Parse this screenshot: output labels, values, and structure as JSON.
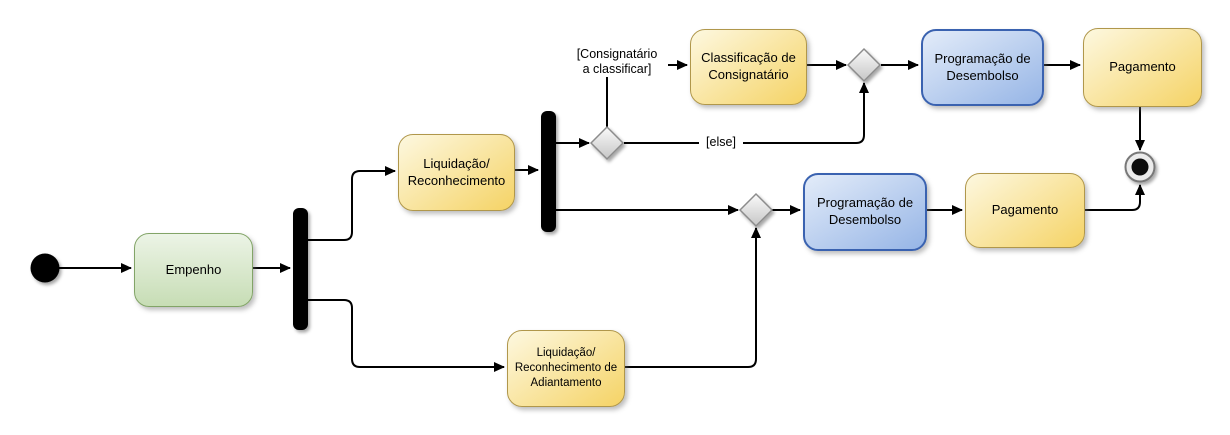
{
  "diagram": {
    "kind": "uml-activity-diagram",
    "nodes": {
      "start": {
        "type": "initial-node"
      },
      "empenho": {
        "label": "Empenho",
        "color_class": "green"
      },
      "liquidacao_reconhecimento": {
        "label": "Liquidação/\nReconhecimento",
        "color_class": "yellow"
      },
      "liquidacao_adiantamento": {
        "label": "Liquidação/\nReconhecimento de\nAdiantamento",
        "color_class": "yellow"
      },
      "classificacao_consignatario": {
        "label": "Classificação de\nConsignatário",
        "color_class": "yellow"
      },
      "programacao_desembolso_top": {
        "label": "Programação de\nDesembolso",
        "color_class": "blue"
      },
      "pagamento_top": {
        "label": "Pagamento",
        "color_class": "yellow"
      },
      "programacao_desembolso_bottom": {
        "label": "Programação de\nDesembolso",
        "color_class": "blue"
      },
      "pagamento_bottom": {
        "label": "Pagamento",
        "color_class": "yellow"
      },
      "fork_1": {
        "type": "fork-bar"
      },
      "fork_2": {
        "type": "fork-bar"
      },
      "decision_consignatario": {
        "type": "decision-diamond"
      },
      "merge_top": {
        "type": "merge-diamond"
      },
      "merge_bottom": {
        "type": "merge-diamond"
      },
      "end": {
        "type": "final-node"
      }
    },
    "edge_labels": {
      "consignatario_guard": "[Consignatário\na classificar]",
      "else_guard": "[else]"
    },
    "colors": {
      "green_fill_top": "#ecf4e6",
      "green_fill_bottom": "#c7ddb5",
      "green_border": "#82a467",
      "yellow_fill_top": "#fdf8e0",
      "yellow_fill_bottom": "#f5d365",
      "yellow_border": "#b0974b",
      "blue_fill_top": "#e3ecf9",
      "blue_fill_bottom": "#96b5e6",
      "blue_border": "#3a62b0",
      "diamond_fill_top": "#fafafa",
      "diamond_fill_bottom": "#c6c6c6",
      "diamond_border": "#8c8c8c",
      "line": "#000000",
      "background": "#ffffff"
    }
  }
}
